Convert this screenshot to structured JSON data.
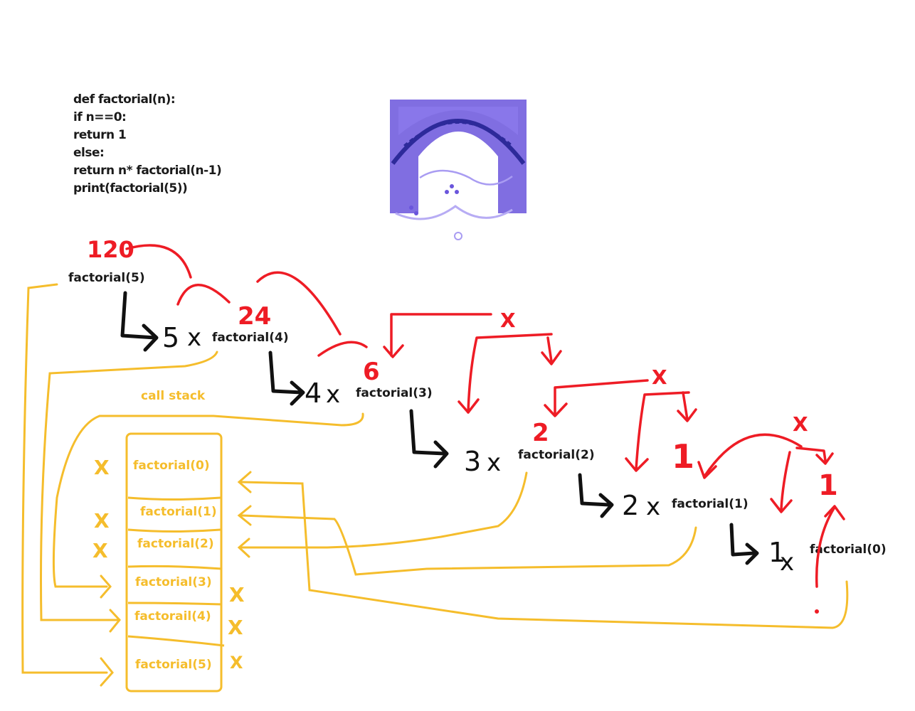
{
  "code": {
    "lines": [
      "def factorial(n):",
      "if n==0:",
      "return 1",
      "else:",
      "return n* factorial(n-1)",
      "print(factorial(5))"
    ]
  },
  "calls": {
    "f5": "factorial(5)",
    "f4": "factorial(4)",
    "f3": "factorial(3)",
    "f2": "factorial(2)",
    "f1": "factorial(1)",
    "f0": "factorial(0)"
  },
  "steps": {
    "m5": "5",
    "m4": "4",
    "m3": "3",
    "m2": "2",
    "m1": "1",
    "x": "x"
  },
  "results": {
    "r5": "120",
    "r4": "24",
    "r3": "6",
    "r2": "2",
    "r1a": "1",
    "r1b": "1",
    "cross": "X"
  },
  "stack": {
    "title": "call stack",
    "frames": [
      "factorial(0)",
      "factorial(1)",
      "factorial(2)",
      "factorial(3)",
      "factorail(4)",
      "factorial(5)"
    ],
    "mark": "X"
  },
  "colors": {
    "red": "#ee1c25",
    "yellow": "#f5bd2c",
    "black": "#111111",
    "logo": "#5b45d6"
  }
}
